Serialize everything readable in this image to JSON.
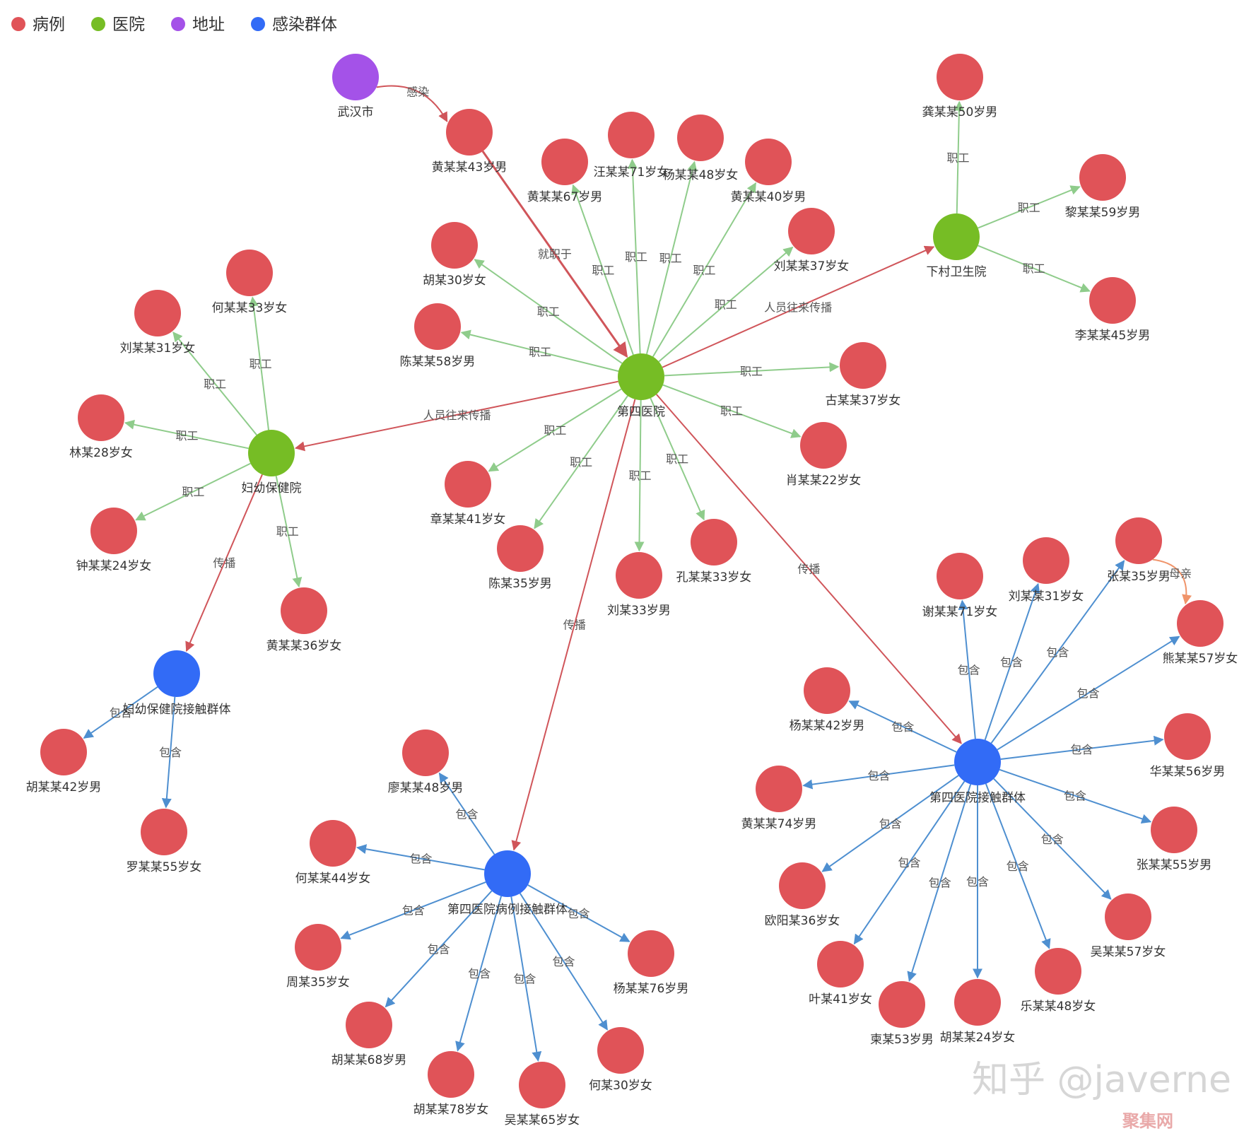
{
  "legend": [
    {
      "label": "病例",
      "color": "#e05358"
    },
    {
      "label": "医院",
      "color": "#76bd25"
    },
    {
      "label": "地址",
      "color": "#a452e8"
    },
    {
      "label": "感染群体",
      "color": "#326bf6"
    }
  ],
  "category_colors": {
    "case": "#e05358",
    "hospital": "#76bd25",
    "place": "#a452e8",
    "group": "#326bf6"
  },
  "edge_colors": {
    "staff": "#8fcc8b",
    "spread": "#d0555a",
    "contain": "#4e8fd0",
    "mother": "#f0946a"
  },
  "nodes": [
    {
      "id": "wuhan",
      "label": "武汉市",
      "cat": "place"
    },
    {
      "id": "h4",
      "label": "第四医院",
      "cat": "hospital"
    },
    {
      "id": "hfy",
      "label": "妇幼保健院",
      "cat": "hospital"
    },
    {
      "id": "hxc",
      "label": "下村卫生院",
      "cat": "hospital"
    },
    {
      "id": "gfy",
      "label": "妇幼保健院接触群体",
      "cat": "group"
    },
    {
      "id": "g4b",
      "label": "第四医院病例接触群体",
      "cat": "group"
    },
    {
      "id": "g4",
      "label": "第四医院接触群体",
      "cat": "group"
    },
    {
      "id": "c1",
      "label": "黄某某43岁男",
      "cat": "case"
    },
    {
      "id": "c2",
      "label": "黄某某67岁男",
      "cat": "case"
    },
    {
      "id": "c3",
      "label": "汪某某71岁女",
      "cat": "case"
    },
    {
      "id": "c4",
      "label": "杨某某48岁女",
      "cat": "case"
    },
    {
      "id": "c5",
      "label": "黄某某40岁男",
      "cat": "case"
    },
    {
      "id": "c6",
      "label": "刘某某37岁女",
      "cat": "case"
    },
    {
      "id": "c7",
      "label": "胡某30岁女",
      "cat": "case"
    },
    {
      "id": "c8",
      "label": "陈某某58岁男",
      "cat": "case"
    },
    {
      "id": "c9",
      "label": "古某某37岁女",
      "cat": "case"
    },
    {
      "id": "c10",
      "label": "肖某某22岁女",
      "cat": "case"
    },
    {
      "id": "c11",
      "label": "章某某41岁女",
      "cat": "case"
    },
    {
      "id": "c12",
      "label": "陈某35岁男",
      "cat": "case"
    },
    {
      "id": "c13",
      "label": "刘某33岁男",
      "cat": "case"
    },
    {
      "id": "c14",
      "label": "孔某某33岁女",
      "cat": "case"
    },
    {
      "id": "c15",
      "label": "龚某某50岁男",
      "cat": "case"
    },
    {
      "id": "c16",
      "label": "黎某某59岁男",
      "cat": "case"
    },
    {
      "id": "c17",
      "label": "李某某45岁男",
      "cat": "case"
    },
    {
      "id": "c18",
      "label": "何某某33岁女",
      "cat": "case"
    },
    {
      "id": "c19",
      "label": "刘某某31岁女",
      "cat": "case"
    },
    {
      "id": "c20",
      "label": "林某28岁女",
      "cat": "case"
    },
    {
      "id": "c21",
      "label": "钟某某24岁女",
      "cat": "case"
    },
    {
      "id": "c22",
      "label": "黄某某36岁女",
      "cat": "case"
    },
    {
      "id": "c23",
      "label": "胡某某42岁男",
      "cat": "case"
    },
    {
      "id": "c24",
      "label": "罗某某55岁女",
      "cat": "case"
    },
    {
      "id": "c25",
      "label": "廖某某48岁男",
      "cat": "case"
    },
    {
      "id": "c26",
      "label": "何某某44岁女",
      "cat": "case"
    },
    {
      "id": "c27",
      "label": "周某35岁女",
      "cat": "case"
    },
    {
      "id": "c28",
      "label": "胡某某68岁男",
      "cat": "case"
    },
    {
      "id": "c29",
      "label": "胡某某78岁女",
      "cat": "case"
    },
    {
      "id": "c30",
      "label": "吴某某65岁女",
      "cat": "case"
    },
    {
      "id": "c31",
      "label": "何某30岁女",
      "cat": "case"
    },
    {
      "id": "c32",
      "label": "杨某某76岁男",
      "cat": "case"
    },
    {
      "id": "c33",
      "label": "谢某某71岁女",
      "cat": "case"
    },
    {
      "id": "c34",
      "label": "刘某某31岁女",
      "cat": "case"
    },
    {
      "id": "c35",
      "label": "张某35岁男",
      "cat": "case"
    },
    {
      "id": "c36",
      "label": "熊某某57岁女",
      "cat": "case"
    },
    {
      "id": "c37",
      "label": "杨某某42岁男",
      "cat": "case"
    },
    {
      "id": "c38",
      "label": "华某某56岁男",
      "cat": "case"
    },
    {
      "id": "c39",
      "label": "黄某某74岁男",
      "cat": "case"
    },
    {
      "id": "c40",
      "label": "张某某55岁男",
      "cat": "case"
    },
    {
      "id": "c41",
      "label": "欧阳某36岁女",
      "cat": "case"
    },
    {
      "id": "c42",
      "label": "吴某某57岁女",
      "cat": "case"
    },
    {
      "id": "c43",
      "label": "叶某41岁女",
      "cat": "case"
    },
    {
      "id": "c44",
      "label": "乐某某48岁女",
      "cat": "case"
    },
    {
      "id": "c45",
      "label": "柬某53岁男",
      "cat": "case"
    },
    {
      "id": "c46",
      "label": "胡某某24岁女",
      "cat": "case"
    }
  ],
  "edges": [
    {
      "from": "wuhan",
      "to": "c1",
      "label": "感染",
      "kind": "spread",
      "curved": true
    },
    {
      "from": "c1",
      "to": "h4",
      "label": "就职于",
      "kind": "spread",
      "thick": true
    },
    {
      "from": "h4",
      "to": "c2",
      "label": "职工",
      "kind": "staff"
    },
    {
      "from": "h4",
      "to": "c3",
      "label": "职工",
      "kind": "staff"
    },
    {
      "from": "h4",
      "to": "c4",
      "label": "职工",
      "kind": "staff"
    },
    {
      "from": "h4",
      "to": "c5",
      "label": "职工",
      "kind": "staff"
    },
    {
      "from": "h4",
      "to": "c6",
      "label": "职工",
      "kind": "staff"
    },
    {
      "from": "h4",
      "to": "c7",
      "label": "职工",
      "kind": "staff"
    },
    {
      "from": "h4",
      "to": "c8",
      "label": "职工",
      "kind": "staff"
    },
    {
      "from": "h4",
      "to": "c9",
      "label": "职工",
      "kind": "staff"
    },
    {
      "from": "h4",
      "to": "c10",
      "label": "职工",
      "kind": "staff"
    },
    {
      "from": "h4",
      "to": "c11",
      "label": "职工",
      "kind": "staff"
    },
    {
      "from": "h4",
      "to": "c12",
      "label": "职工",
      "kind": "staff"
    },
    {
      "from": "h4",
      "to": "c13",
      "label": "职工",
      "kind": "staff"
    },
    {
      "from": "h4",
      "to": "c14",
      "label": "职工",
      "kind": "staff"
    },
    {
      "from": "h4",
      "to": "hxc",
      "label": "人员往来传播",
      "kind": "spread"
    },
    {
      "from": "h4",
      "to": "hfy",
      "label": "人员往来传播",
      "kind": "spread"
    },
    {
      "from": "h4",
      "to": "g4b",
      "label": "传播",
      "kind": "spread"
    },
    {
      "from": "h4",
      "to": "g4",
      "label": "传播",
      "kind": "spread"
    },
    {
      "from": "hxc",
      "to": "c15",
      "label": "职工",
      "kind": "staff"
    },
    {
      "from": "hxc",
      "to": "c16",
      "label": "职工",
      "kind": "staff"
    },
    {
      "from": "hxc",
      "to": "c17",
      "label": "职工",
      "kind": "staff"
    },
    {
      "from": "hfy",
      "to": "c18",
      "label": "职工",
      "kind": "staff"
    },
    {
      "from": "hfy",
      "to": "c19",
      "label": "职工",
      "kind": "staff"
    },
    {
      "from": "hfy",
      "to": "c20",
      "label": "职工",
      "kind": "staff"
    },
    {
      "from": "hfy",
      "to": "c21",
      "label": "职工",
      "kind": "staff"
    },
    {
      "from": "hfy",
      "to": "c22",
      "label": "职工",
      "kind": "staff"
    },
    {
      "from": "hfy",
      "to": "gfy",
      "label": "传播",
      "kind": "spread"
    },
    {
      "from": "gfy",
      "to": "c23",
      "label": "包含",
      "kind": "contain"
    },
    {
      "from": "gfy",
      "to": "c24",
      "label": "包含",
      "kind": "contain"
    },
    {
      "from": "g4b",
      "to": "c25",
      "label": "包含",
      "kind": "contain"
    },
    {
      "from": "g4b",
      "to": "c26",
      "label": "包含",
      "kind": "contain"
    },
    {
      "from": "g4b",
      "to": "c27",
      "label": "包含",
      "kind": "contain"
    },
    {
      "from": "g4b",
      "to": "c28",
      "label": "包含",
      "kind": "contain"
    },
    {
      "from": "g4b",
      "to": "c29",
      "label": "包含",
      "kind": "contain"
    },
    {
      "from": "g4b",
      "to": "c30",
      "label": "包含",
      "kind": "contain"
    },
    {
      "from": "g4b",
      "to": "c31",
      "label": "包含",
      "kind": "contain"
    },
    {
      "from": "g4b",
      "to": "c32",
      "label": "包含",
      "kind": "contain"
    },
    {
      "from": "g4",
      "to": "c33",
      "label": "包含",
      "kind": "contain"
    },
    {
      "from": "g4",
      "to": "c34",
      "label": "包含",
      "kind": "contain"
    },
    {
      "from": "g4",
      "to": "c35",
      "label": "包含",
      "kind": "contain"
    },
    {
      "from": "g4",
      "to": "c36",
      "label": "包含",
      "kind": "contain"
    },
    {
      "from": "g4",
      "to": "c37",
      "label": "包含",
      "kind": "contain"
    },
    {
      "from": "g4",
      "to": "c38",
      "label": "包含",
      "kind": "contain"
    },
    {
      "from": "g4",
      "to": "c39",
      "label": "包含",
      "kind": "contain"
    },
    {
      "from": "g4",
      "to": "c40",
      "label": "包含",
      "kind": "contain"
    },
    {
      "from": "g4",
      "to": "c41",
      "label": "包含",
      "kind": "contain"
    },
    {
      "from": "g4",
      "to": "c42",
      "label": "包含",
      "kind": "contain"
    },
    {
      "from": "g4",
      "to": "c43",
      "label": "包含",
      "kind": "contain"
    },
    {
      "from": "g4",
      "to": "c44",
      "label": "包含",
      "kind": "contain"
    },
    {
      "from": "g4",
      "to": "c45",
      "label": "包含",
      "kind": "contain"
    },
    {
      "from": "g4",
      "to": "c46",
      "label": "包含",
      "kind": "contain"
    },
    {
      "from": "c35",
      "to": "c36",
      "label": "母亲",
      "kind": "mother",
      "curved": true
    }
  ],
  "watermark": {
    "text": "知乎 @javerne",
    "sub": "聚集网"
  }
}
